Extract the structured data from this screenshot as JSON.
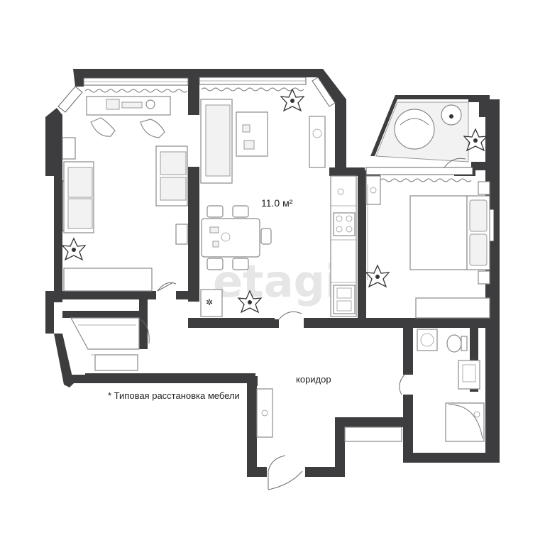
{
  "labels": {
    "kitchen_area": "11.0 м²",
    "corridor": "коридор",
    "furniture_note": "* Типовая расстановка мебели",
    "watermark": "etagi"
  },
  "colors": {
    "wall": "#3d3d3f",
    "floor": "#ffffff",
    "furniture_stroke": "#8a8a8a"
  }
}
